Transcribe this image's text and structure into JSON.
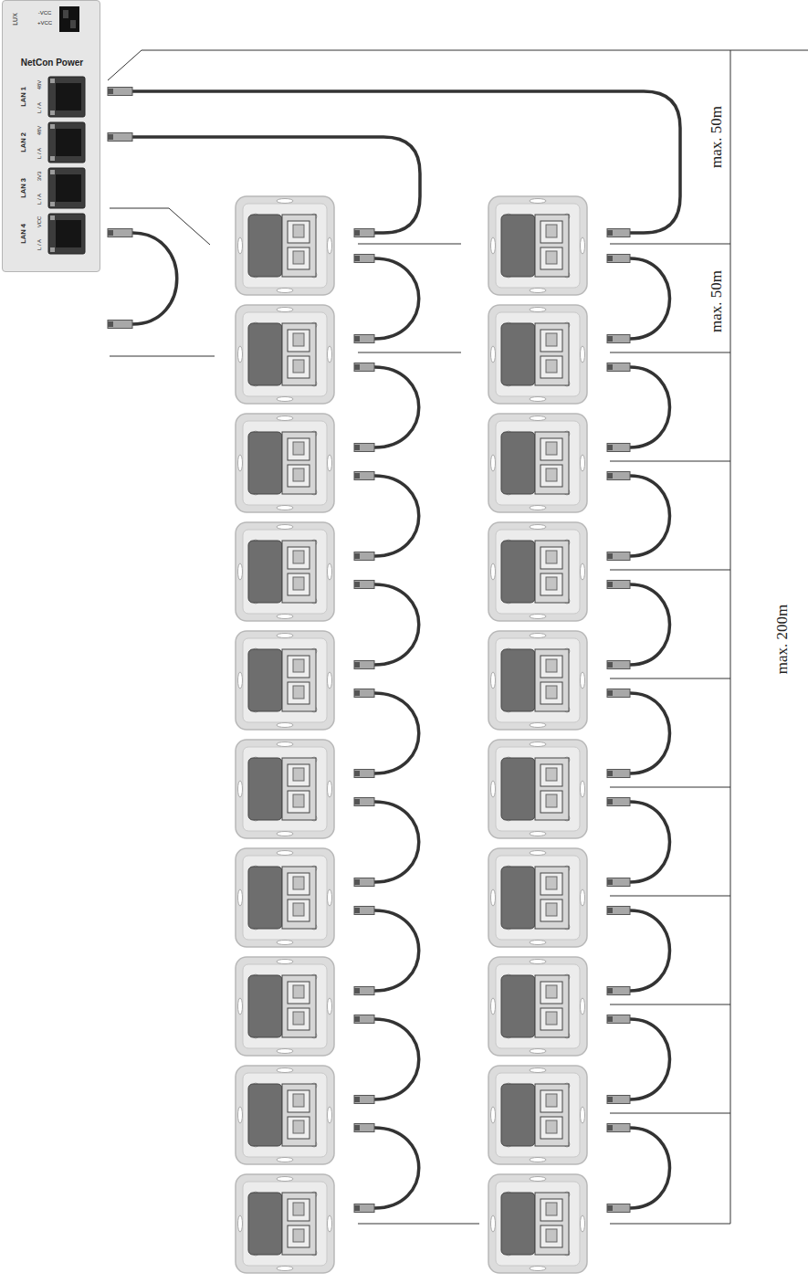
{
  "diagram": {
    "nodes": [
      {
        "text": [
          "LUX",
          "-VCC",
          "+VCC",
          "NetCon Power",
          "LAN 1",
          "48V",
          "L / A",
          "LAN 2",
          "48V",
          "L / A",
          "LAN 3",
          "3V3",
          "L / A",
          "LAN 4",
          "VCC",
          "L / A"
        ]
      }
    ],
    "labels": [
      "max. 50m",
      "max. 50m",
      "max. 200m"
    ]
  }
}
